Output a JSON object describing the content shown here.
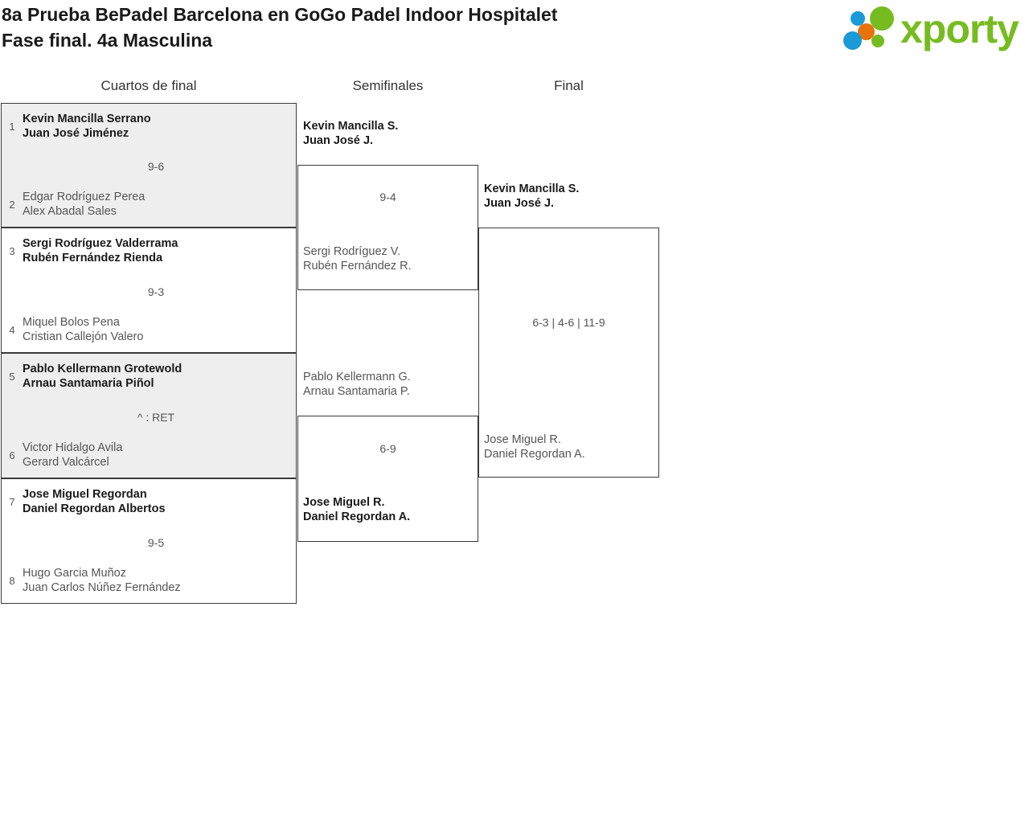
{
  "header": {
    "title": "8a Prueba BePadel Barcelona en GoGo Padel Indoor Hospitalet\nFase final. 4a Masculina",
    "logo_text": "xporty",
    "logo_colors": {
      "green": "#76bc21",
      "blue": "#1a9ad7",
      "orange": "#e8720c"
    }
  },
  "columns": {
    "quarterfinals": "Cuartos de final",
    "semifinals": "Semifinales",
    "final": "Final"
  },
  "quarterfinals": [
    {
      "seed_top": "1",
      "players_top": "Kevin Mancilla Serrano\nJuan José Jiménez",
      "seed_bottom": "2",
      "players_bottom": "Edgar Rodríguez Perea\nAlex Abadal Sales",
      "score": "9-6",
      "winner": "top"
    },
    {
      "seed_top": "3",
      "players_top": "Sergi Rodríguez Valderrama\nRubén Fernández Rienda",
      "seed_bottom": "4",
      "players_bottom": "Miquel Bolos Pena\nCristian Callejón Valero",
      "score": "9-3",
      "winner": "top"
    },
    {
      "seed_top": "5",
      "players_top": "Pablo Kellermann Grotewold\nArnau Santamaria Piñol",
      "seed_bottom": "6",
      "players_bottom": "Victor Hidalgo Avila\nGerard Valcárcel",
      "score": "^ : RET",
      "winner": "top"
    },
    {
      "seed_top": "7",
      "players_top": "Jose Miguel Regordan\nDaniel Regordan Albertos",
      "seed_bottom": "8",
      "players_bottom": "Hugo Garcia Muñoz\nJuan Carlos Núñez Fernández",
      "score": "9-5",
      "winner": "top"
    }
  ],
  "semifinals": [
    {
      "players_top": "Kevin Mancilla S.\nJuan José J.",
      "players_bottom": "Sergi Rodríguez V.\nRubén Fernández R.",
      "score": "9-4",
      "winner": "top"
    },
    {
      "players_top": "Pablo Kellermann G.\nArnau Santamaria P.",
      "players_bottom": "Jose Miguel R.\nDaniel Regordan A.",
      "score": "6-9",
      "winner": "bottom"
    }
  ],
  "final": {
    "players_top": "Kevin Mancilla S.\nJuan José J.",
    "players_bottom": "Jose Miguel R.\nDaniel Regordan A.",
    "score": "6-3 | 4-6 | 11-9",
    "winner": "top"
  }
}
